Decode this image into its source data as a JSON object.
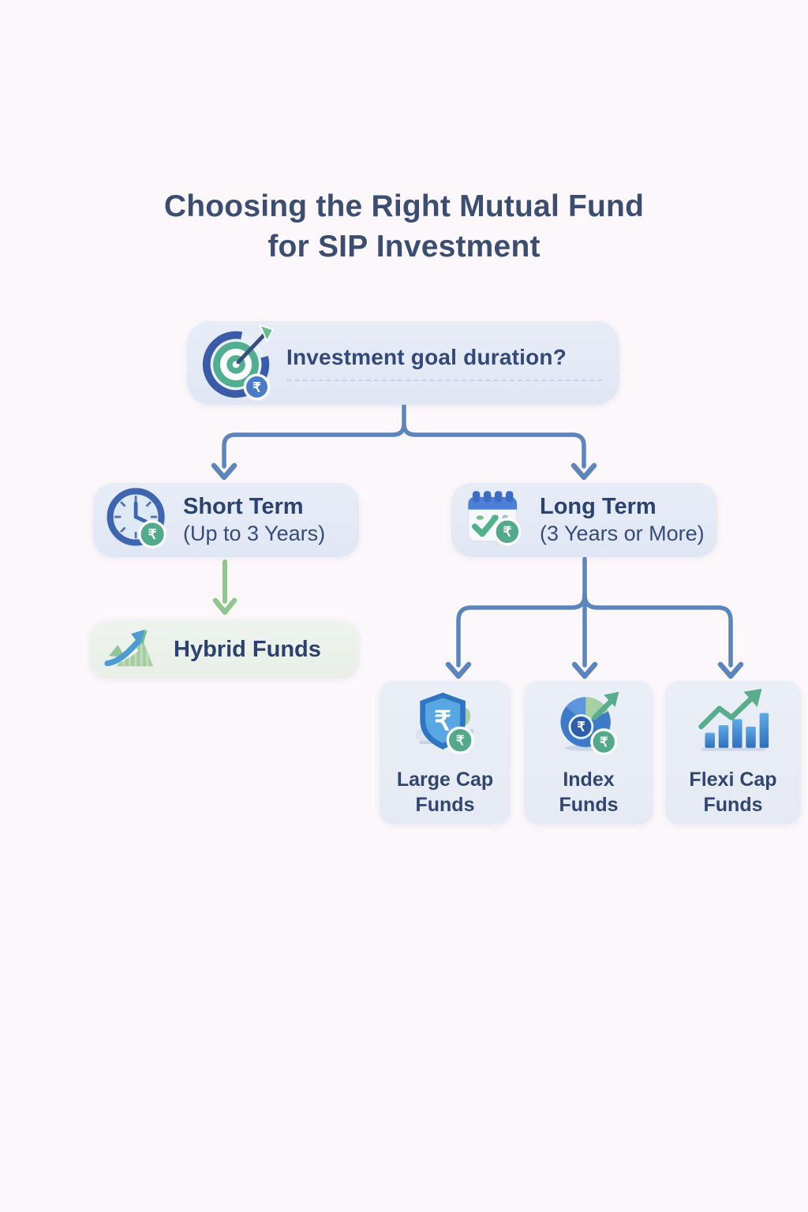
{
  "title": {
    "lines": [
      "Choosing the Right Mutual Fund",
      "for SIP Investment"
    ]
  },
  "flow": {
    "root": {
      "question": "Investment goal duration?",
      "icon": "target-dart-rupee-icon"
    },
    "short_term": {
      "title": "Short Term",
      "subtitle": "(Up to 3 Years)",
      "icon": "clock-rupee-icon",
      "result": "Hybrid Funds"
    },
    "long_term": {
      "title": "Long Term",
      "subtitle": "(3 Years or More)",
      "icon": "calendar-rupee-icon"
    },
    "hybrid": {
      "label": "Hybrid Funds",
      "icon": "growth-trend-icon"
    },
    "long_term_options": [
      {
        "label": [
          "Large Cap",
          "Funds"
        ],
        "icon": "shield-rupee-icon"
      },
      {
        "label": [
          "Index",
          "Funds"
        ],
        "icon": "pie-chart-rupee-icon"
      },
      {
        "label": [
          "Flexi Cap",
          "Funds"
        ],
        "icon": "bar-chart-growth-icon"
      }
    ]
  },
  "icons": {
    "rupee_symbol": "₹"
  },
  "colors": {
    "background": "#FBF7FB",
    "title_text": "#3C4D72",
    "node_text": "#2B4170",
    "node_bg": "#E4EAF6",
    "hybrid_bg": "#EDF2EC",
    "card_bg": "#E9EDF5",
    "connector_blue": "#5D85BD",
    "connector_green": "#92C68F",
    "accent_green": "#53A98C",
    "accent_blue": "#3D7BC8"
  }
}
